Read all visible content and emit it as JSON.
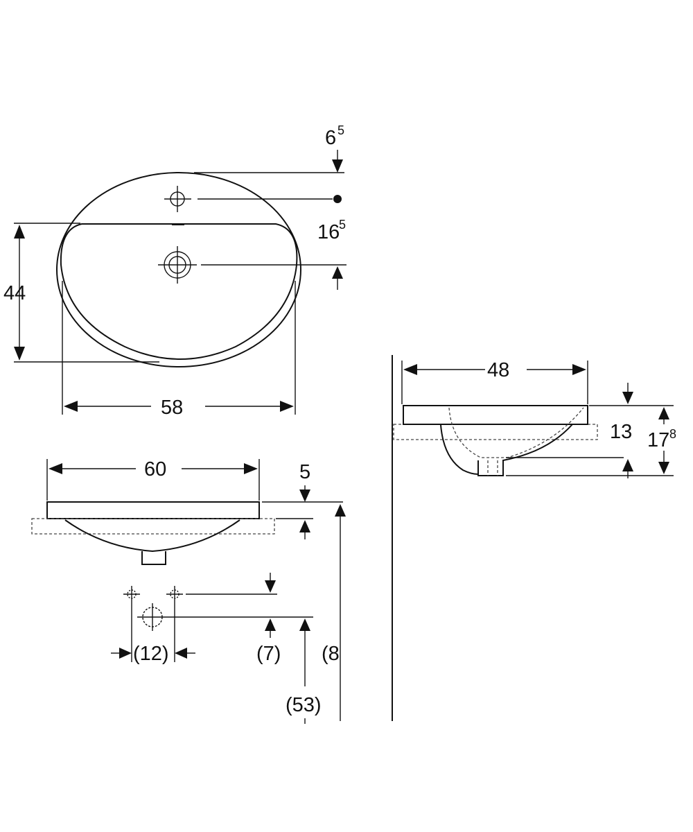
{
  "drawing": {
    "top_view": {
      "width_label": "58",
      "depth_label": "44",
      "tap_hole_offset_main": "6",
      "tap_hole_offset_sup": "5",
      "drain_offset_main": "16",
      "drain_offset_sup": "5"
    },
    "front_view": {
      "width_label": "60",
      "rim_height_label": "5",
      "waste_spacing_label": "(12)",
      "waste_height_label": "(7)",
      "waste_floor_label": "(53)",
      "floor_height_label": "(8"
    },
    "side_view": {
      "depth_label": "48",
      "bowl_depth_label": "13",
      "total_height_main": "17",
      "total_height_sup": "8"
    }
  }
}
